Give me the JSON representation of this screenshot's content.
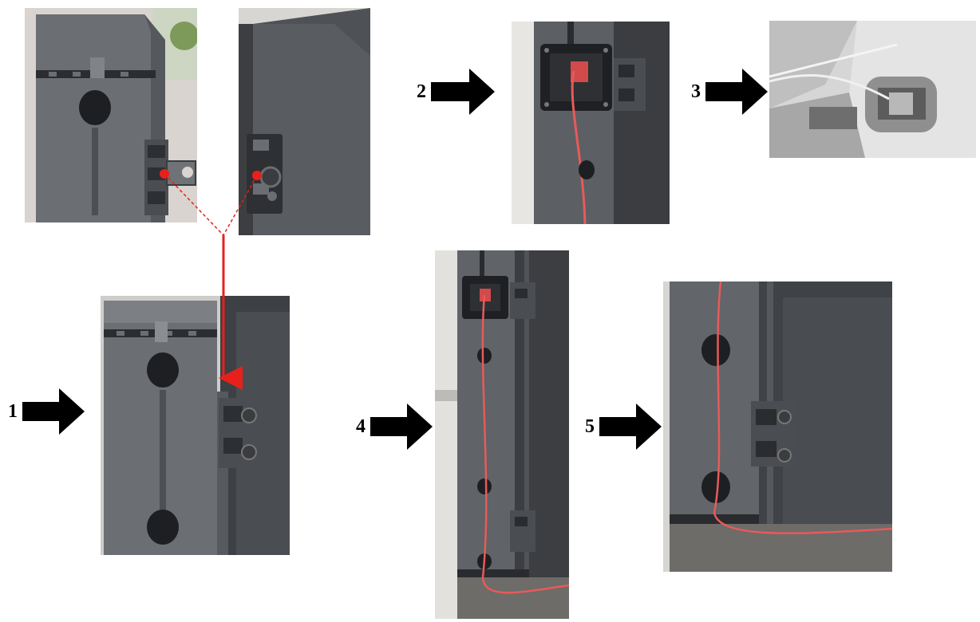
{
  "steps": [
    {
      "id": "step-1",
      "label": "1"
    },
    {
      "id": "step-2",
      "label": "2"
    },
    {
      "id": "step-3",
      "label": "3"
    },
    {
      "id": "step-4",
      "label": "4"
    },
    {
      "id": "step-5",
      "label": "5"
    }
  ],
  "colors": {
    "arrow": "#000000",
    "guide": "#e8201c",
    "wire": "#e85a5a",
    "housing": "#5f6368",
    "housing_dark": "#3f4246",
    "background_wall": "#e8e6e3"
  }
}
